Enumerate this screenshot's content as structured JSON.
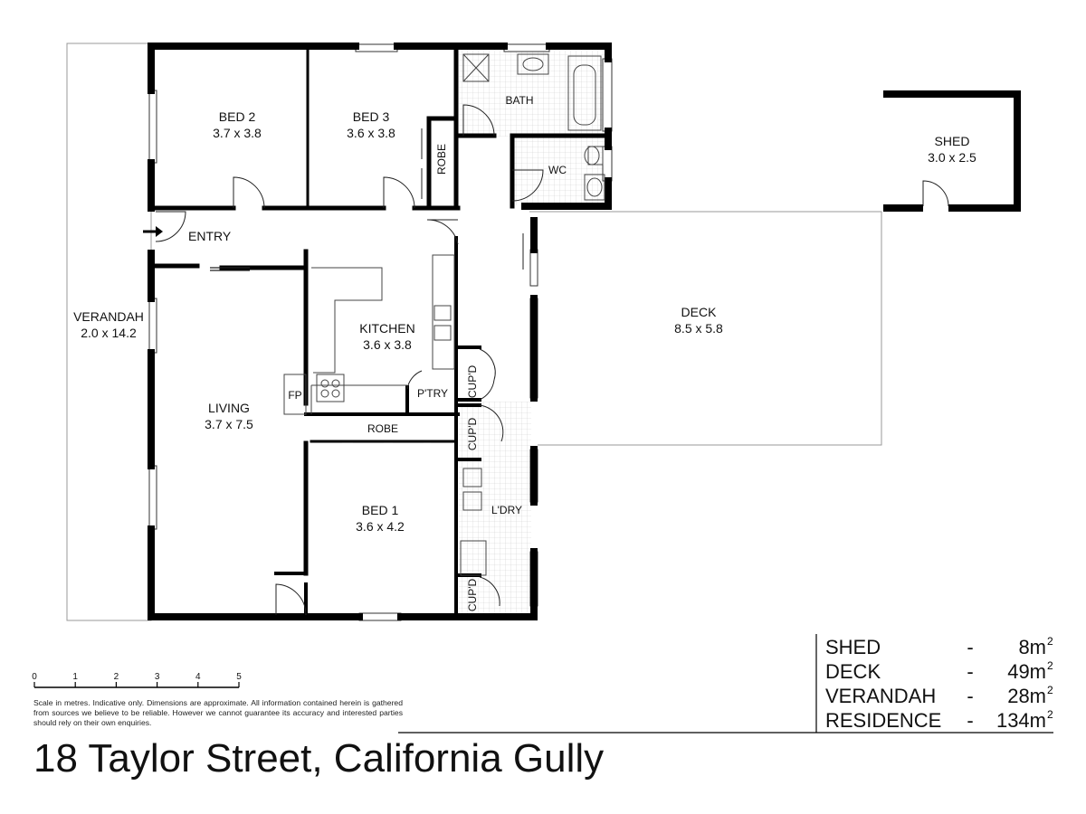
{
  "rooms": {
    "bed2": {
      "name": "BED 2",
      "size": "3.7 x 3.8"
    },
    "bed3": {
      "name": "BED 3",
      "size": "3.6 x 3.8"
    },
    "robe_upper": "ROBE",
    "bath": "BATH",
    "wc": "WC",
    "shed": {
      "name": "SHED",
      "size": "3.0 x 2.5"
    },
    "entry": "ENTRY",
    "verandah": {
      "name": "VERANDAH",
      "size": "2.0 x 14.2"
    },
    "kitchen": {
      "name": "KITCHEN",
      "size": "3.6 x 3.8"
    },
    "deck": {
      "name": "DECK",
      "size": "8.5 x 5.8"
    },
    "fp": "FP",
    "living": {
      "name": "LIVING",
      "size": "3.7 x 7.5"
    },
    "pantry": "P'TRY",
    "cupd_1": "CUP'D",
    "robe_lower": "ROBE",
    "cupd_2": "CUP'D",
    "laundry": "L'DRY",
    "bed1": {
      "name": "BED 1",
      "size": "3.6 x 4.2"
    },
    "cupd_3": "CUP'D"
  },
  "areas": [
    {
      "name": "SHED",
      "dash": "-",
      "value": "8m",
      "sup": "2"
    },
    {
      "name": "DECK",
      "dash": "-",
      "value": "49m",
      "sup": "2"
    },
    {
      "name": "VERANDAH",
      "dash": "-",
      "value": "28m",
      "sup": "2"
    },
    {
      "name": "RESIDENCE",
      "dash": "-",
      "value": "134m",
      "sup": "2"
    }
  ],
  "scale": {
    "ticks": [
      "0",
      "1",
      "2",
      "3",
      "4",
      "5"
    ]
  },
  "disclaimer": "Scale in metres. Indicative only. Dimensions are approximate. All information contained herein is gathered from sources we believe to be reliable. However we cannot guarantee its accuracy and interested parties should rely on their own enquiries.",
  "address": "18 Taylor Street, California Gully"
}
